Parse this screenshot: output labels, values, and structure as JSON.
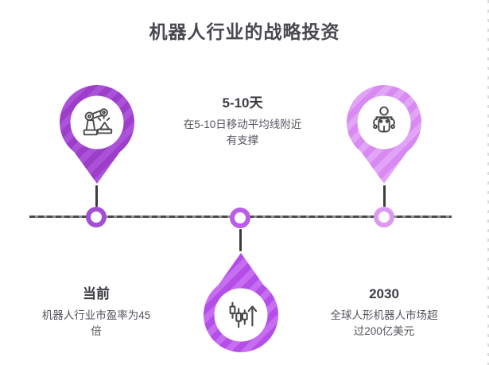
{
  "title": "机器人行业的战略投资",
  "colors": {
    "title_text": "#4b4950",
    "heading_text": "#3d3c43",
    "body_text": "#56555c",
    "timeline_line": "#4c4c4c",
    "connector_line": "#3d3d3d",
    "icon_stroke": "#4a4a4a",
    "pin_left_base": "#9d3ecb",
    "pin_left_stripe": "#aa52d8",
    "pin_mid_base": "#b54ee8",
    "pin_mid_stripe": "#c66df0",
    "pin_right_base": "#d88af2",
    "pin_right_stripe": "#e2a4f6",
    "node_left": "#a44fd3",
    "node_mid": "#bb5cea",
    "node_right": "#dc99f2",
    "pin_inner": "#ffffff"
  },
  "timeline": {
    "events": [
      {
        "id": "current",
        "heading": "当前",
        "body_lines": [
          "机器人行业市盈率为45",
          "倍"
        ],
        "icon": "robot-arm-icon",
        "pin_direction": "down",
        "label_position": "below"
      },
      {
        "id": "5-10-days",
        "heading": "5-10天",
        "body_lines": [
          "在5-10日移动平均线附近",
          "有支撑"
        ],
        "icon": "candlestick-chart-icon",
        "pin_direction": "up",
        "label_position": "above"
      },
      {
        "id": "2030",
        "heading": "2030",
        "body_lines": [
          "全球人形机器人市场超",
          "过200亿美元"
        ],
        "icon": "humanoid-robot-icon",
        "pin_direction": "down",
        "label_position": "below"
      }
    ]
  }
}
